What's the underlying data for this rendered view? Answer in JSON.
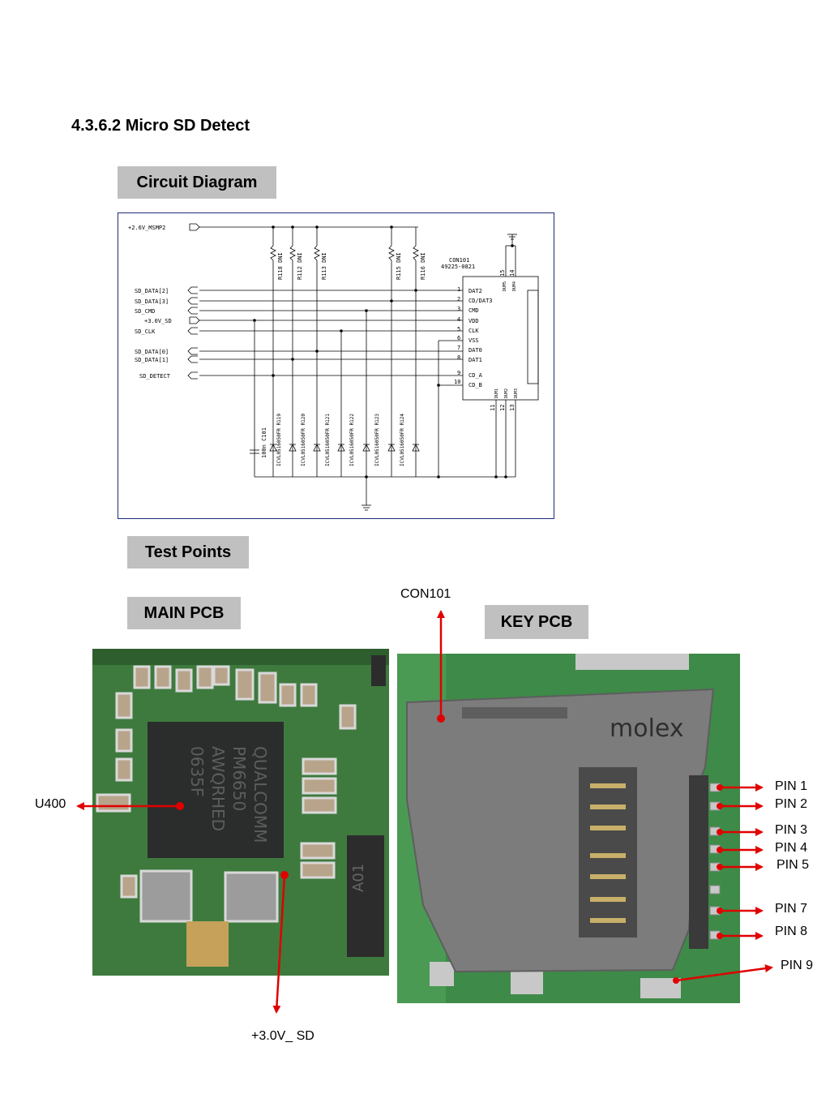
{
  "heading": "4.3.6.2 Micro SD Detect",
  "sections": {
    "circuit_diagram": "Circuit Diagram",
    "test_points": "Test Points",
    "main_pcb": "MAIN PCB",
    "key_pcb": "KEY PCB"
  },
  "schematic": {
    "power_in": "+2.6V_MSMP2",
    "nets": [
      "SD_DATA[2]",
      "SD_DATA[3]",
      "SD_CMD",
      "+3.0V_SD",
      "SD_CLK",
      "SD_DATA[0]",
      "SD_DATA[1]",
      "SD_DETECT"
    ],
    "resistors": [
      "R118 DNI",
      "R112 DNI",
      "R113 DNI",
      "R115 DNI",
      "R116 DNI"
    ],
    "connector_ref": "CON101",
    "connector_part": "49225-0821",
    "connector_pins": [
      {
        "num": "1",
        "name": "DAT2"
      },
      {
        "num": "2",
        "name": "CD/DAT3"
      },
      {
        "num": "3",
        "name": "CMD"
      },
      {
        "num": "4",
        "name": "VDD"
      },
      {
        "num": "5",
        "name": "CLK"
      },
      {
        "num": "6",
        "name": "VSS"
      },
      {
        "num": "7",
        "name": "DAT0"
      },
      {
        "num": "8",
        "name": "DAT1"
      },
      {
        "num": "9",
        "name": "CD_A"
      },
      {
        "num": "10",
        "name": "CD_B"
      }
    ],
    "dummy_pins": [
      "15",
      "14",
      "11",
      "12",
      "13"
    ],
    "dummy_labels": [
      "DUM5",
      "DUM4",
      "DUM1",
      "DUM2",
      "DUM3"
    ],
    "capacitor": "100n C101",
    "esd_parts": [
      "ICVL0516050FR R119",
      "ICVL0516050FR R120",
      "ICVL0516050FR R121",
      "ICVL0516050FR R122",
      "ICVL0516050FR R123",
      "ICVL0516050FR R124"
    ]
  },
  "annotations": {
    "con101": "CON101",
    "u400": "U400",
    "v3_sd": "+3.0V_ SD",
    "pins": [
      "PIN 1",
      "PIN 2",
      "PIN 3",
      "PIN 4",
      "PIN 5",
      "PIN 7",
      "PIN 8",
      "PIN 9"
    ]
  },
  "photo_text": {
    "chip": [
      "QUALCOMM",
      "PM6650",
      "AWQRHED",
      "0635F"
    ],
    "brand": "molex",
    "component": "A01"
  },
  "colors": {
    "arrow": "#e00000",
    "pcb_green": "#3e7a3e",
    "schematic_border": "#1e2a78",
    "label_box": "#c0c0c0"
  }
}
